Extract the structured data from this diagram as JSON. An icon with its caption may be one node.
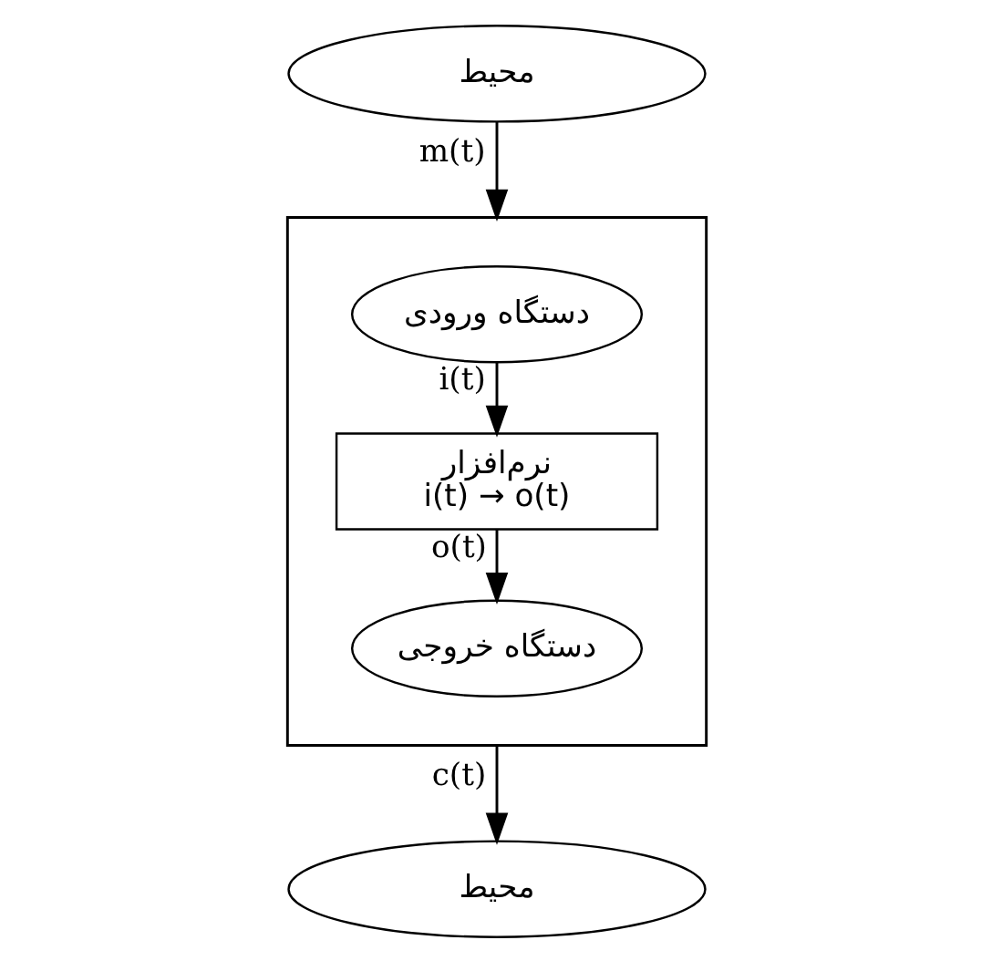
{
  "diagram": {
    "nodes": [
      {
        "text": [
          "محیط"
        ]
      },
      {
        "text": [],
        "shape": "box"
      },
      {
        "text": [
          "دستگاه ورودی"
        ],
        "in": 1
      },
      {
        "text": [
          "نرم‌افزار",
          "i(t) → o(t)"
        ],
        "in": 1
      },
      {
        "text": [
          "دستگاه خروجی"
        ],
        "in": 1
      },
      {
        "text": [
          "محیط"
        ]
      }
    ],
    "edges": [
      {
        "from": 0,
        "to": 1,
        "arrow": "to",
        "label": "m(t)"
      },
      {
        "from": 2,
        "to": 3,
        "arrow": "to",
        "label": "i(t)"
      },
      {
        "from": 3,
        "to": 4,
        "arrow": "to",
        "label": "o(t)"
      },
      {
        "from": 1,
        "to": 5,
        "arrow": "to",
        "label": "c(t)"
      }
    ]
  }
}
